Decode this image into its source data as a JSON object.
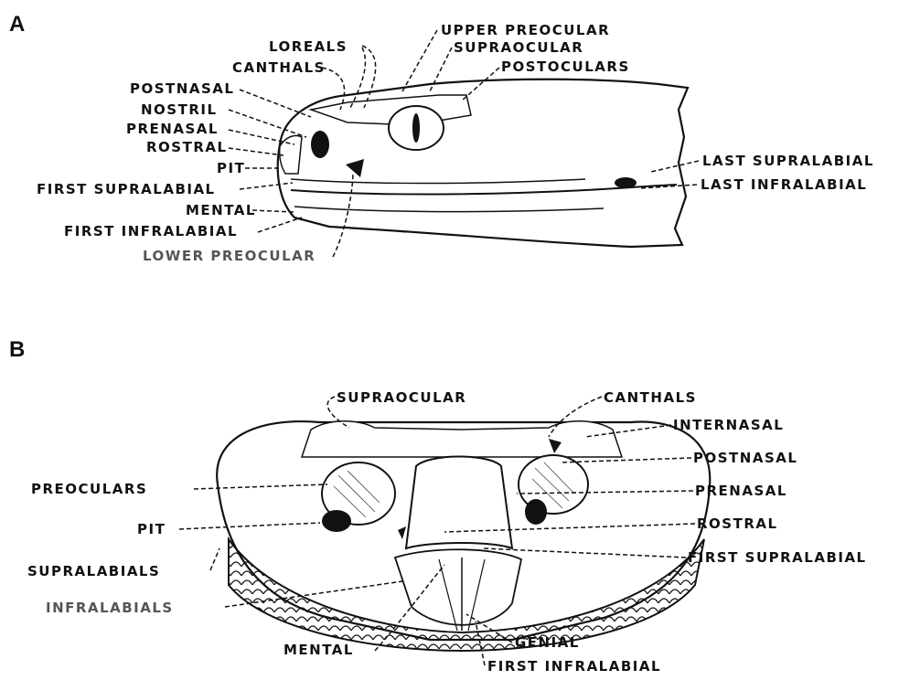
{
  "panel_a": {
    "letter": "A",
    "labels": {
      "upper_preocular": "UPPER PREOCULAR",
      "supraocular": "SUPRAOCULAR",
      "postoculars": "POSTOCULARS",
      "loreals": "LOREALS",
      "canthals": "CANTHALS",
      "postnasal": "POSTNASAL",
      "nostril": "NOSTRIL",
      "prenasal": "PRENASAL",
      "rostral": "ROSTRAL",
      "pit": "PIT",
      "first_supralabial": "FIRST SUPRALABIAL",
      "mental": "MENTAL",
      "first_infralabial": "FIRST INFRALABIAL",
      "lower_preocular": "LOWER PREOCULAR",
      "last_supralabial": "LAST SUPRALABIAL",
      "last_infralabial": "LAST INFRALABIAL"
    }
  },
  "panel_b": {
    "letter": "B",
    "labels": {
      "supraocular": "SUPRAOCULAR",
      "canthals": "CANTHALS",
      "internasal": "INTERNASAL",
      "postnasal": "POSTNASAL",
      "prenasal": "PRENASAL",
      "rostral": "ROSTRAL",
      "first_supralabial": "FIRST SUPRALABIAL",
      "preoculars": "PREOCULARS",
      "pit": "PIT",
      "supralabials": "SUPRALABIALS",
      "infralabials": "INFRALABIALS",
      "mental": "MENTAL",
      "genial": "GENIAL",
      "first_infralabial": "FIRST INFRALABIAL"
    }
  }
}
